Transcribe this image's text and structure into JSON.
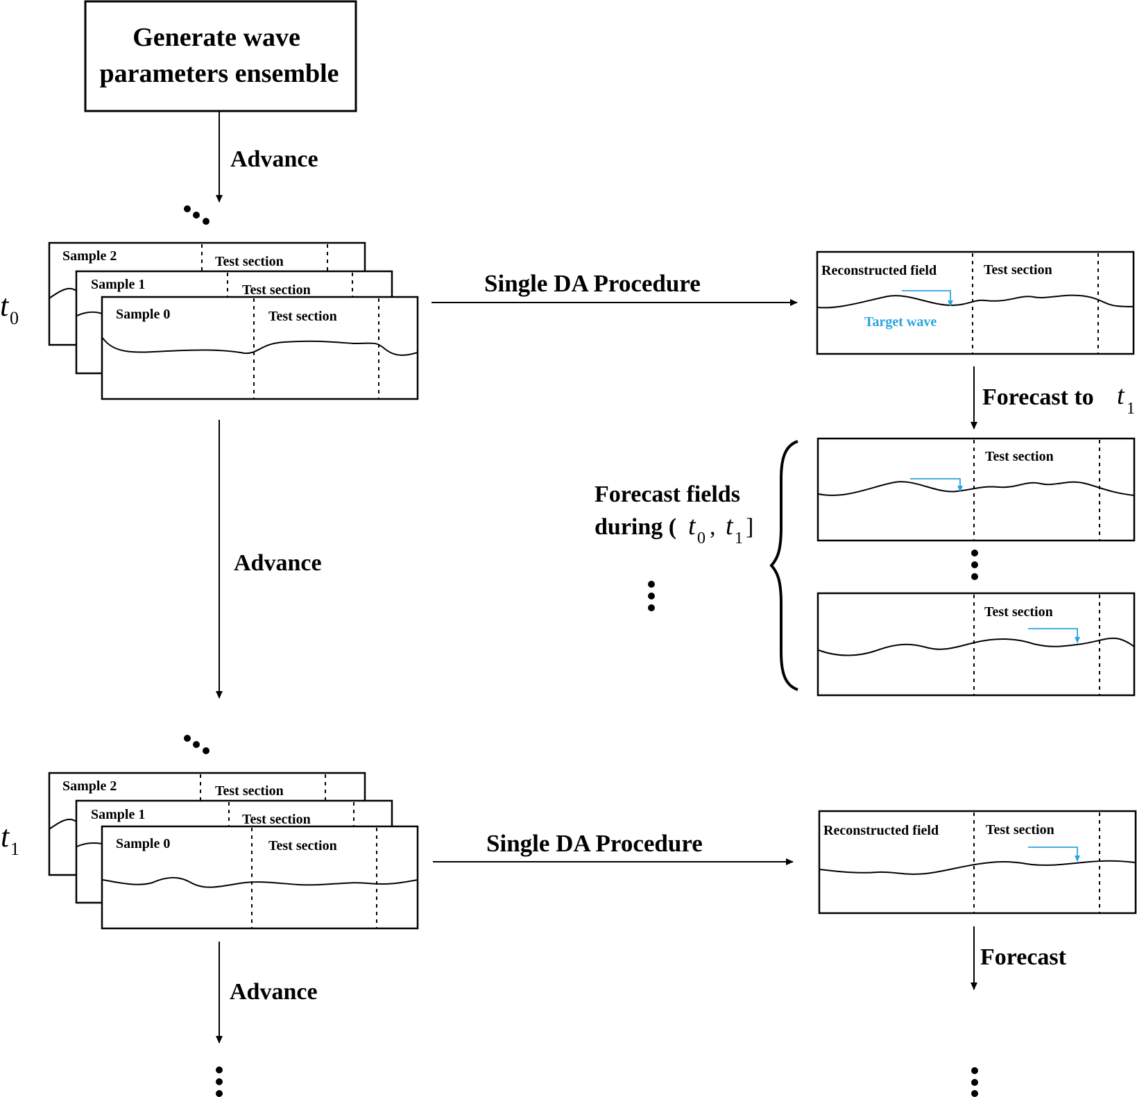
{
  "start_box": {
    "line1": "Generate wave",
    "line2": "parameters ensemble"
  },
  "labels": {
    "advance": "Advance",
    "single_da": "Single DA Procedure",
    "forecast_to": "Forecast to",
    "forecast": "Forecast",
    "forecast_fields_line1": "Forecast fields",
    "forecast_fields_line2": "during"
  },
  "time": {
    "symbol": "t",
    "sub0": "0",
    "sub1": "1"
  },
  "samples": {
    "s0": "Sample 0",
    "s1": "Sample 1",
    "s2": "Sample 2"
  },
  "test_section": "Test section",
  "reconstructed_field": "Reconstructed field",
  "target_wave": "Target wave",
  "colors": {
    "stroke": "#000000",
    "accent": "#29a3e0"
  }
}
